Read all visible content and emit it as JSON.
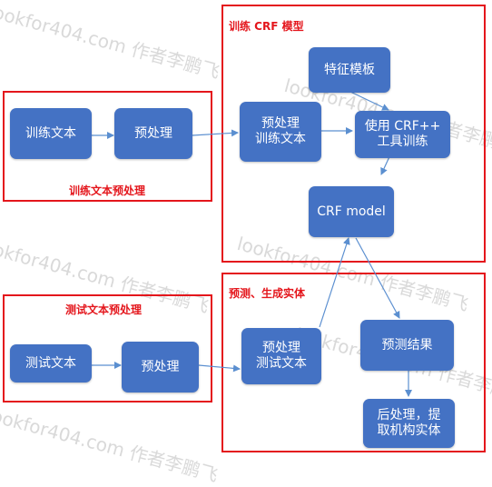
{
  "groups": {
    "preprocess_train": "训练文本预处理",
    "train_crf": "训练 CRF 模型",
    "preprocess_test": "测试文本预处理",
    "predict": "预测、生成实体"
  },
  "nodes": {
    "train_text": "训练文本",
    "train_preprocess": "预处理",
    "pre_train_text": "预处理\n训练文本",
    "feature_template": "特征模板",
    "crf_tool": "使用 CRF++\n工具训练",
    "crf_model": "CRF model",
    "test_text": "测试文本",
    "test_preprocess": "预处理",
    "pre_test_text": "预处理\n测试文本",
    "predict_result": "预测结果",
    "postprocess": "后处理，提\n取机构实体"
  },
  "watermark": "lookfor404.com 作者李鹏飞",
  "colors": {
    "node": "#4472c4",
    "frame": "#e4161c",
    "edge": "#5b8fd0"
  }
}
